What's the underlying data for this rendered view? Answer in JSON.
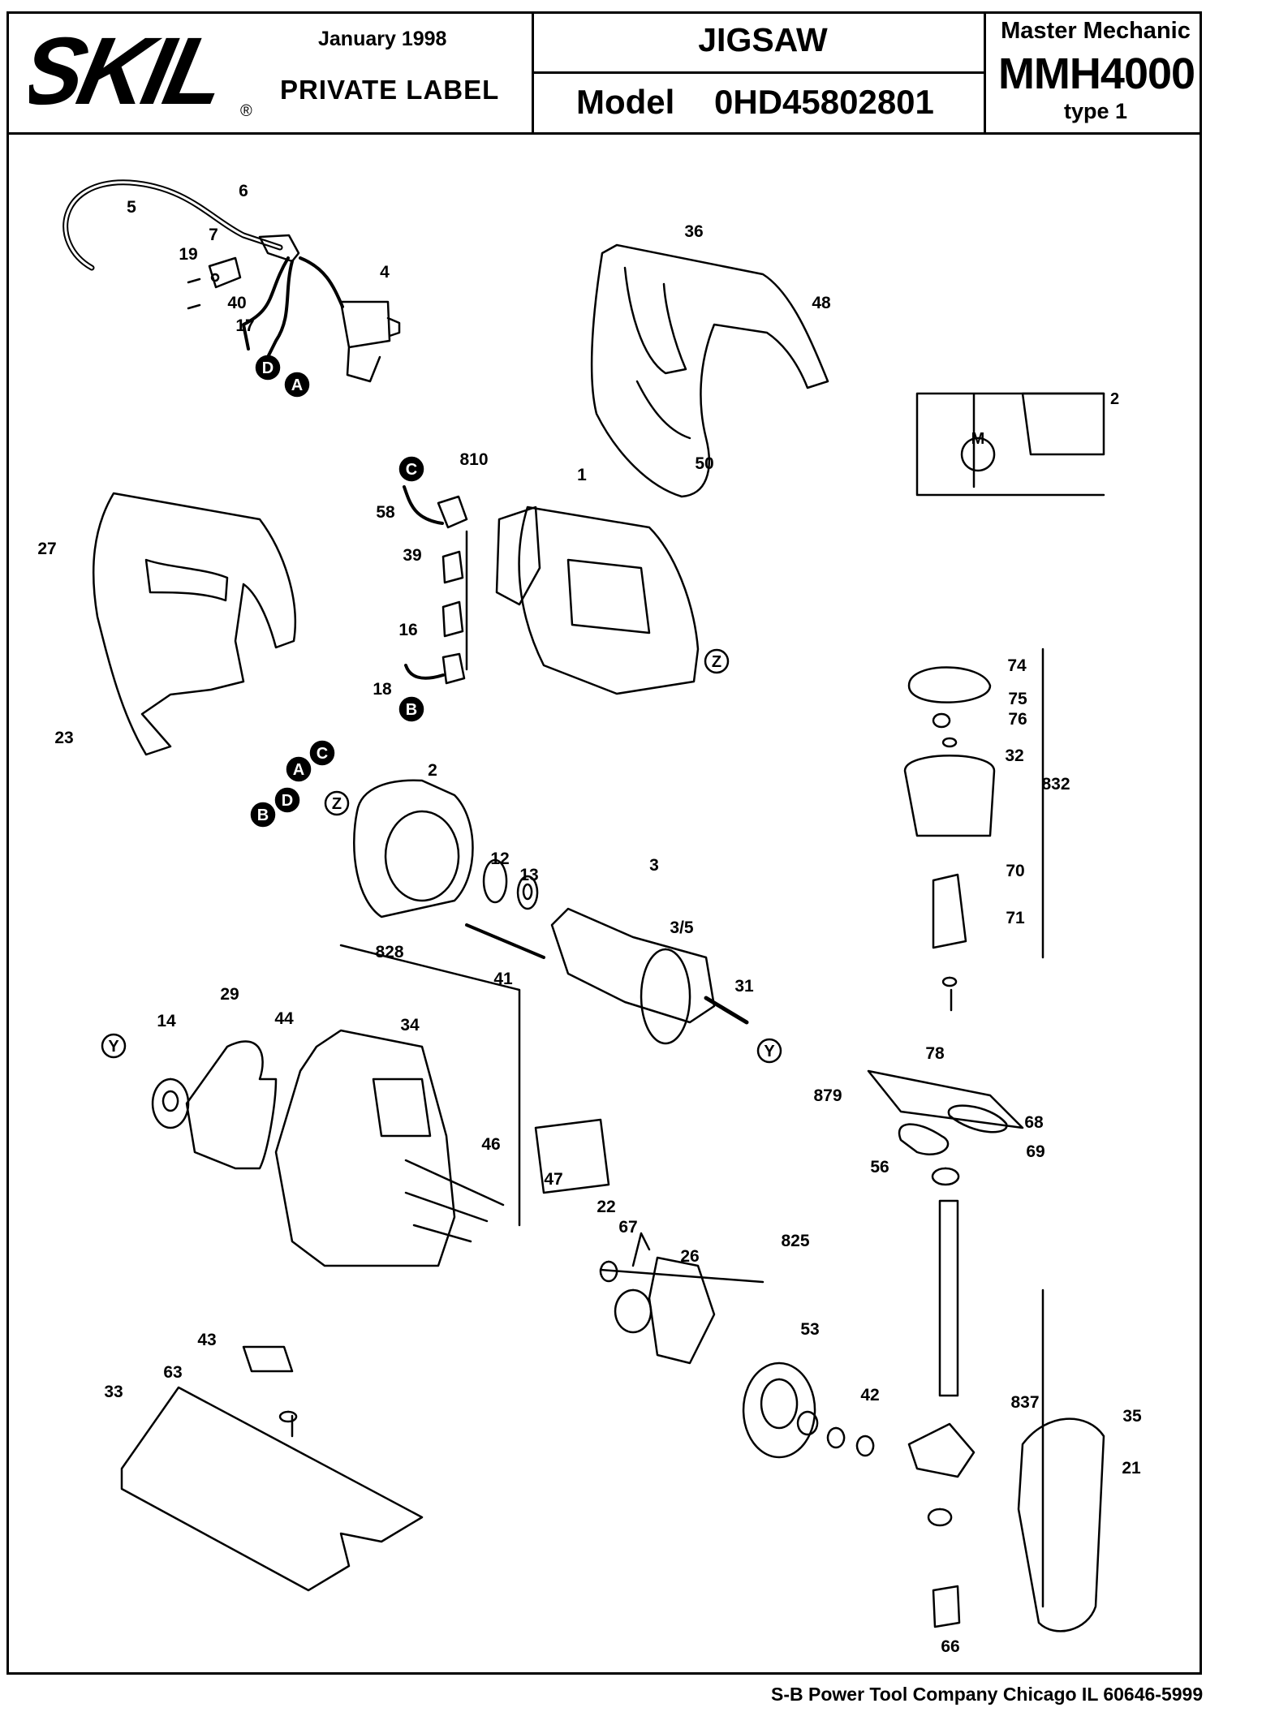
{
  "header": {
    "brand_logo": "SKIL",
    "registered_mark": "®",
    "date": "January  1998",
    "label_type": "PRIVATE LABEL",
    "product_name": "JIGSAW",
    "model_prefix": "Model",
    "model_number": "0HD45802801",
    "brand_line": "Master Mechanic",
    "product_code": "MMH4000",
    "type_line": "type 1"
  },
  "footer": {
    "company_line": "S-B Power Tool Company  Chicago IL 60646-5999"
  },
  "diagram": {
    "part_numbers": [
      "5",
      "6",
      "7",
      "19",
      "4",
      "40",
      "17",
      "36",
      "48",
      "50",
      "810",
      "1",
      "58",
      "39",
      "16",
      "18",
      "27",
      "23",
      "2",
      "12",
      "13",
      "3",
      "3/5",
      "41",
      "31",
      "74",
      "75",
      "76",
      "32",
      "832",
      "70",
      "71",
      "828",
      "29",
      "14",
      "44",
      "34",
      "46",
      "47",
      "22",
      "67",
      "26",
      "825",
      "53",
      "42",
      "78",
      "879",
      "68",
      "69",
      "56",
      "837",
      "35",
      "21",
      "33",
      "43",
      "63",
      "66"
    ],
    "connection_markers": [
      "A",
      "B",
      "C",
      "D",
      "Y",
      "Z"
    ],
    "schematic_motor_label": "M",
    "schematic_side_label": "2"
  }
}
